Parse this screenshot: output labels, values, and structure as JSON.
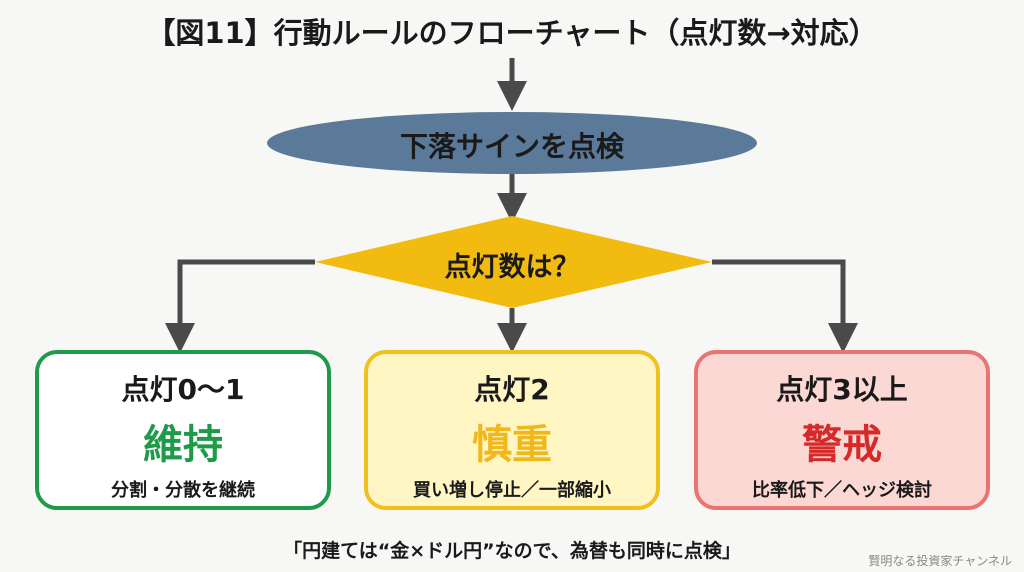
{
  "title": "【図11】行動ルールのフローチャート（点灯数→対応）",
  "start": {
    "label": "下落サインを点検"
  },
  "decision": {
    "label": "点灯数は？"
  },
  "outcomes": [
    {
      "condition": "点灯0〜1",
      "action": "維持",
      "detail": "分割・分散を継続",
      "color": "#1e9a4a"
    },
    {
      "condition": "点灯2",
      "action": "慎重",
      "detail": "買い増し停止／一部縮小",
      "color": "#f0b81a"
    },
    {
      "condition": "点灯3以上",
      "action": "警戒",
      "detail": "比率低下／ヘッジ検討",
      "color": "#d42a2a"
    }
  ],
  "note": "「円建ては“金×ドル円”なので、為替も同時に点検」",
  "watermark": "賢明なる投資家チャンネル",
  "colors": {
    "ellipse": "#5b7a99",
    "diamond": "#f2bb10",
    "arrow": "#4a4a4a"
  }
}
